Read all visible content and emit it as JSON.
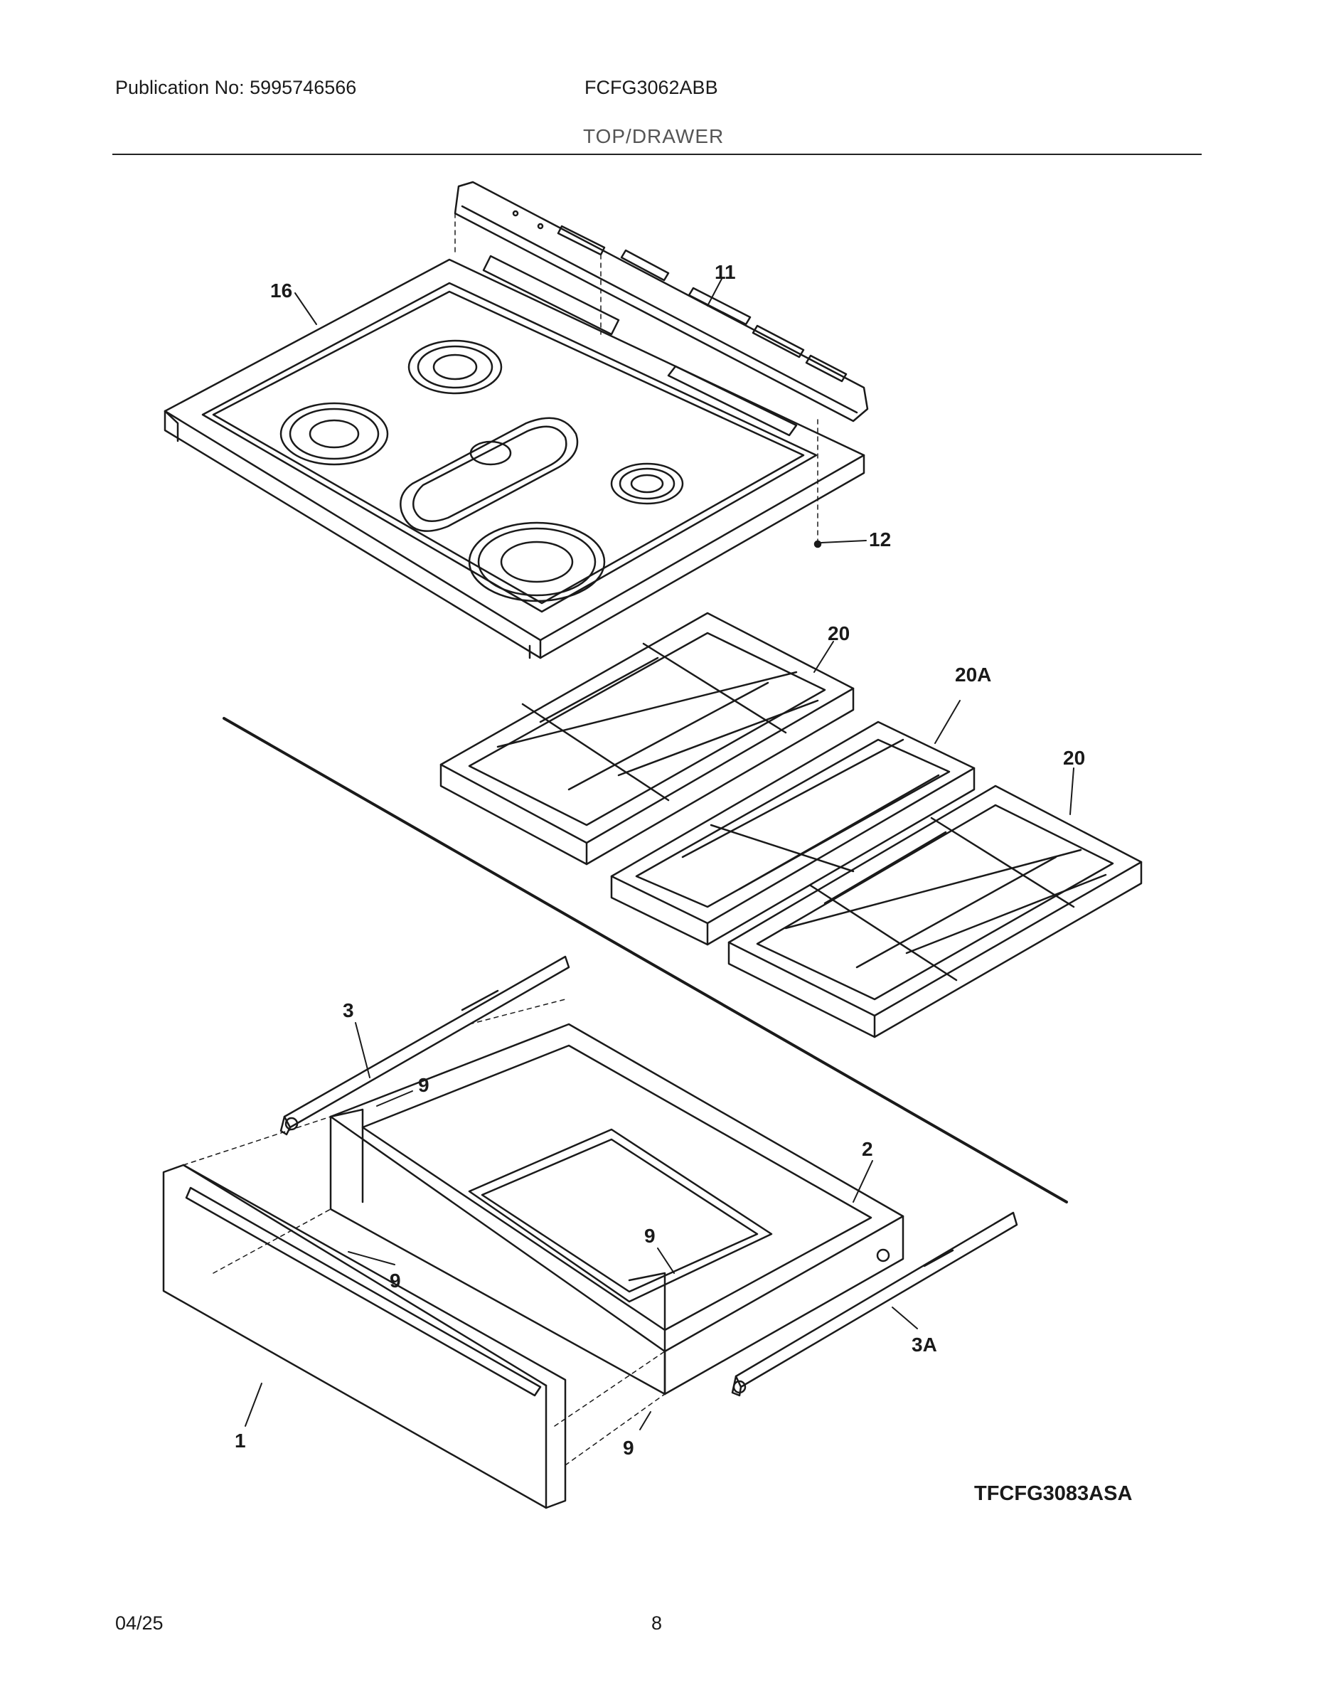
{
  "header": {
    "publication": "Publication No: 5995746566",
    "model": "FCFG3062ABB",
    "section": "TOP/DRAWER"
  },
  "callouts": {
    "c16": "16",
    "c11": "11",
    "c12": "12",
    "c20a": "20",
    "c20A": "20A",
    "c20b": "20",
    "c3": "3",
    "c9a": "9",
    "c2": "2",
    "c9b": "9",
    "c9c": "9",
    "c3A": "3A",
    "c1": "1",
    "c9d": "9"
  },
  "figure_code": "TFCFG3083ASA",
  "footer": {
    "date": "04/25",
    "page": "8"
  }
}
